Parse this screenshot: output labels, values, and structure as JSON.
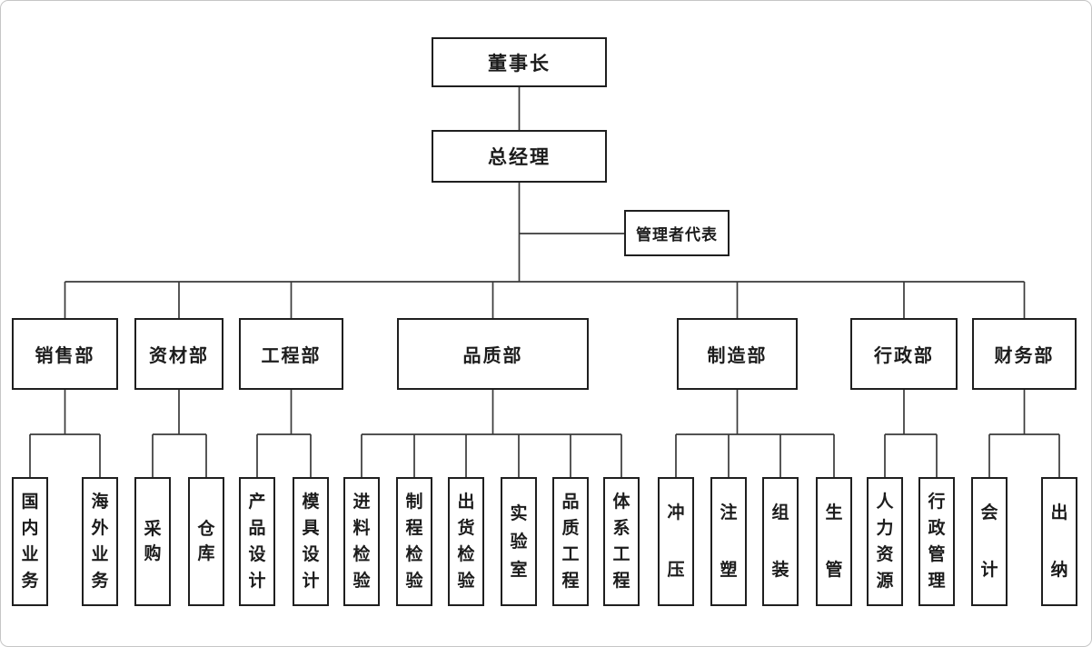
{
  "org": {
    "root": {
      "label": "董事长"
    },
    "general_manager": {
      "label": "总经理"
    },
    "management_rep": {
      "label": "管理者代表"
    },
    "departments": [
      {
        "label": "销售部",
        "children": [
          "国内业务",
          "海外业务"
        ]
      },
      {
        "label": "资材部",
        "children": [
          "采购",
          "仓库"
        ]
      },
      {
        "label": "工程部",
        "children": [
          "产品设计",
          "模具设计"
        ]
      },
      {
        "label": "品质部",
        "children": [
          "进料检验",
          "制程检验",
          "出货检验",
          "实验室",
          "品质工程",
          "体系工程"
        ]
      },
      {
        "label": "制造部",
        "children": [
          "冲压",
          "注塑",
          "组装",
          "生管"
        ]
      },
      {
        "label": "行政部",
        "children": [
          "人力资源",
          "行政管理"
        ]
      },
      {
        "label": "财务部",
        "children": [
          "会计",
          "出纳"
        ]
      }
    ]
  },
  "colors": {
    "line": "#3a3a3a",
    "box_border": "#1f1f1f",
    "background": "#ffffff",
    "frame_border": "#c6c6c6"
  }
}
